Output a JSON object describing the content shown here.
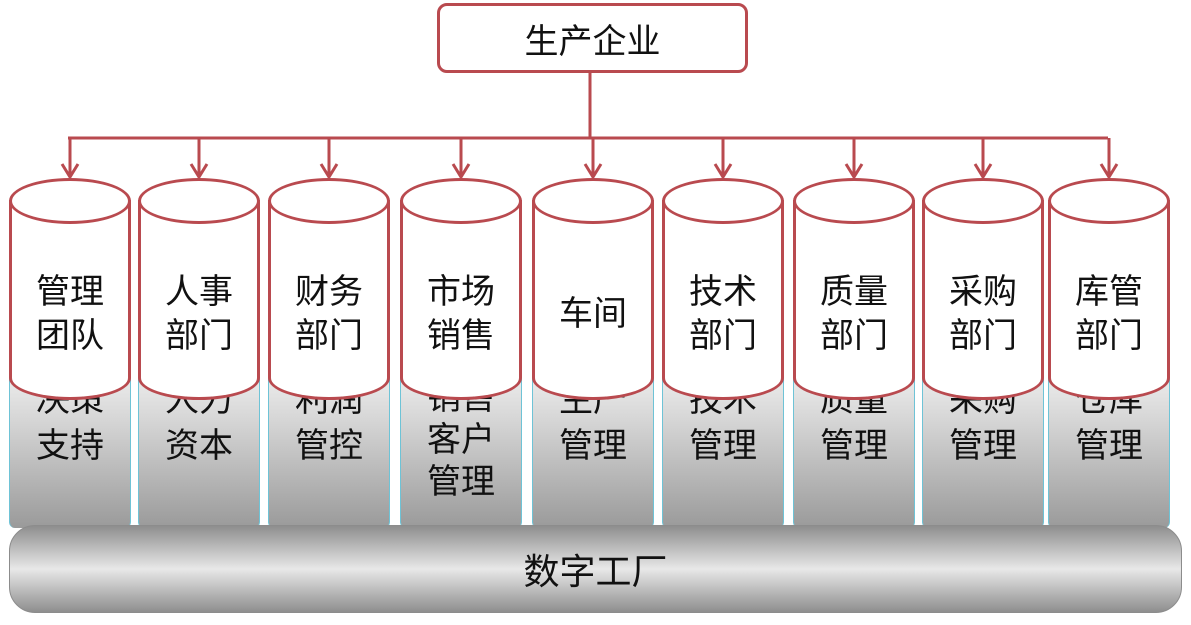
{
  "root": {
    "label": "生产企业"
  },
  "base": {
    "label": "数字工厂"
  },
  "columns": [
    {
      "upper": [
        "管理",
        "团队"
      ],
      "lower": [
        "决策",
        "支持"
      ]
    },
    {
      "upper": [
        "人事",
        "部门"
      ],
      "lower": [
        "人力",
        "资本"
      ]
    },
    {
      "upper": [
        "财务",
        "部门"
      ],
      "lower": [
        "利润",
        "管控"
      ]
    },
    {
      "upper": [
        "市场",
        "销售"
      ],
      "lower": [
        "销售",
        "客户",
        "管理"
      ]
    },
    {
      "upper": [
        "车间"
      ],
      "lower": [
        "生产",
        "管理"
      ]
    },
    {
      "upper": [
        "技术",
        "部门"
      ],
      "lower": [
        "技术",
        "管理"
      ]
    },
    {
      "upper": [
        "质量",
        "部门"
      ],
      "lower": [
        "质量",
        "管理"
      ]
    },
    {
      "upper": [
        "采购",
        "部门"
      ],
      "lower": [
        "采购",
        "管理"
      ]
    },
    {
      "upper": [
        "库管",
        "部门"
      ],
      "lower": [
        "仓库",
        "管理"
      ]
    }
  ],
  "colors": {
    "border": "#b94a4f",
    "accent_line": "#6ec3d6",
    "base_gray": "#8e8e8e"
  }
}
